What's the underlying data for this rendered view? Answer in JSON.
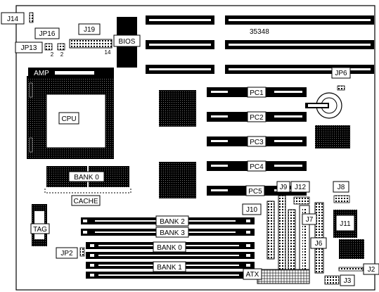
{
  "board": {
    "part_number": "35348",
    "bios": "BIOS",
    "cpu": "CPU",
    "socket_brand": "AMP",
    "tag": "TAG",
    "atx": "ATX",
    "cache": "CACHE",
    "cache_bank": "BANK 0"
  },
  "jumpers": {
    "j14": "J14",
    "jp16": "JP16",
    "jp13": "JP13",
    "jp13_pin": "2",
    "jp16_pin": "2",
    "j19": "J19",
    "j19_pin": "14",
    "jp6": "JP6",
    "j12": "J12",
    "j9": "J9",
    "j8": "J8",
    "j10": "J10",
    "j7": "J7",
    "j11": "J11",
    "j6": "J6",
    "jp2": "JP2",
    "j2": "J2",
    "j3": "J3"
  },
  "pci_slots": [
    "PC1",
    "PC2",
    "PC3",
    "PC4",
    "PC5"
  ],
  "simm_banks": [
    "BANK 2",
    "BANK 3",
    "BANK 0",
    "BANK 1"
  ]
}
